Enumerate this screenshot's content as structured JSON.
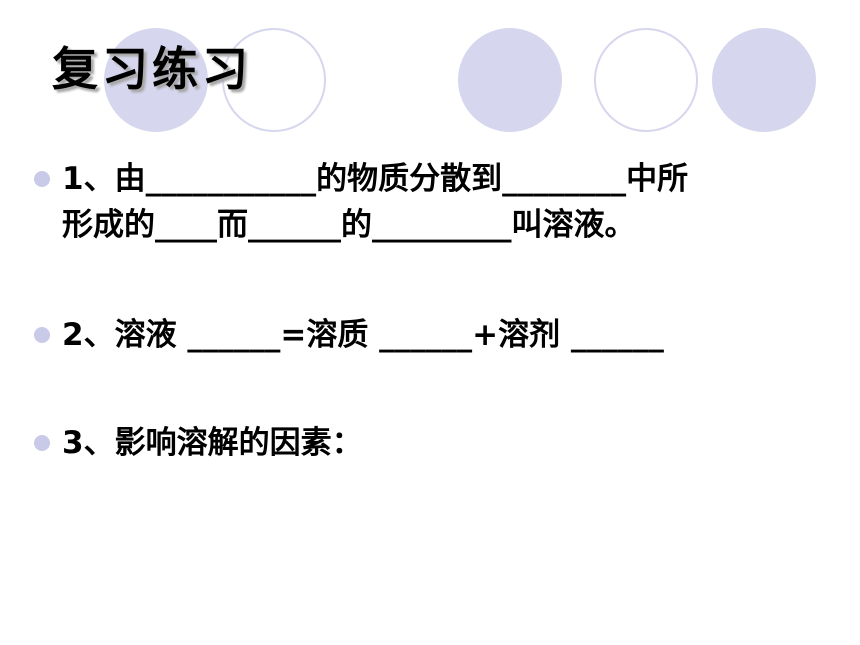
{
  "slide": {
    "title": "复习练习",
    "items": [
      {
        "line1": "1、由___________的物质分散到________中所",
        "line2": "形成的____而______的_________叫溶液。"
      },
      {
        "text": "2、溶液 ______=溶质 ______+溶剂 ______"
      },
      {
        "text": "3、影响溶解的因素："
      }
    ]
  },
  "colors": {
    "circle_fill": "#d6d6ee",
    "bullet": "#c9c9e8",
    "title_shadow": "#a8a8a8"
  }
}
